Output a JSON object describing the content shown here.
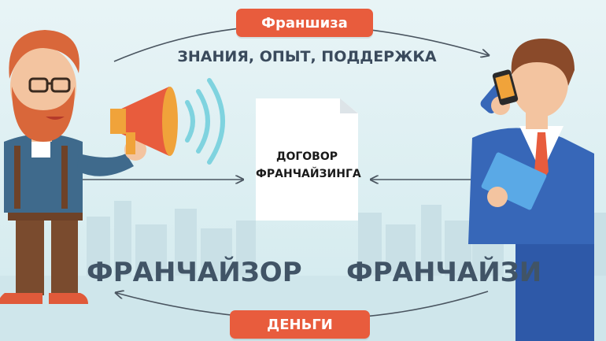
{
  "diagram": {
    "top_label": "Франшиза",
    "subtitle": "ЗНАНИЯ, ОПЫТ, ПОДДЕРЖКА",
    "document_line1": "ДОГОВОР",
    "document_line2": "ФРАНЧАЙЗИНГА",
    "left_role": "ФРАНЧАЙЗОР",
    "right_role": "ФРАНЧАЙЗИ",
    "bottom_label": "ДЕНЬГИ"
  },
  "colors": {
    "pill": "#e85c3d",
    "heading_text": "#3a4a5c",
    "role_text": "#415466",
    "arrow": "#4a5560",
    "background": "#dff0f3"
  },
  "icons": [
    "franchisor-figure",
    "megaphone-icon",
    "sound-waves-icon",
    "franchisee-figure",
    "phone-icon",
    "folder-icon",
    "document-icon"
  ]
}
